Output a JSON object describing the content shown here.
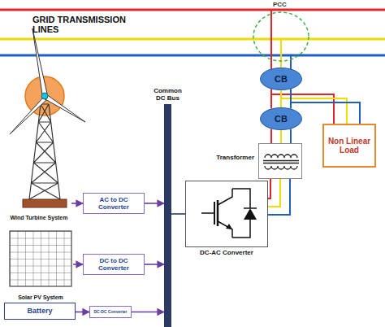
{
  "diagram": {
    "nodes": [
      {
        "text": [
          "CB"
        ]
      },
      {
        "text": [
          "CB"
        ]
      },
      {
        "text": [
          "Non Linear Load"
        ]
      },
      {
        "text": [
          "Transformer"
        ]
      },
      {
        "text": [
          "Wind Turbine System"
        ]
      },
      {
        "text": [
          "AC to DC Converter"
        ]
      },
      {
        "text": [
          "Common DC Bus"
        ]
      },
      {
        "text": [
          "DC-AC Converter"
        ]
      },
      {
        "text": [
          "Solar PV System"
        ]
      },
      {
        "text": [
          "DC to DC Converter"
        ]
      },
      {
        "text": [
          "Battery"
        ]
      },
      {
        "text": [
          "DC-DC Converter"
        ]
      }
    ],
    "edges": [
      {
        "from": 4,
        "to": 5,
        "arrow": "to"
      },
      {
        "from": 5,
        "to": 6,
        "arrow": "to"
      },
      {
        "from": 6,
        "to": 7,
        "arrow": "none"
      },
      {
        "from": 8,
        "to": 9,
        "arrow": "to"
      },
      {
        "from": 9,
        "to": 6,
        "arrow": "to"
      },
      {
        "from": 10,
        "to": 11,
        "arrow": "to"
      },
      {
        "from": 11,
        "to": 6,
        "arrow": "to"
      },
      {
        "from": 7,
        "to": 3,
        "arrow": "none"
      },
      {
        "from": 3,
        "to": 1,
        "arrow": "none"
      },
      {
        "from": 1,
        "to": 0,
        "arrow": "none"
      },
      {
        "from": 0,
        "to": 2,
        "arrow": "none"
      }
    ],
    "labels": [
      "GRID TRANSMISSION LINES",
      "PCC"
    ]
  }
}
